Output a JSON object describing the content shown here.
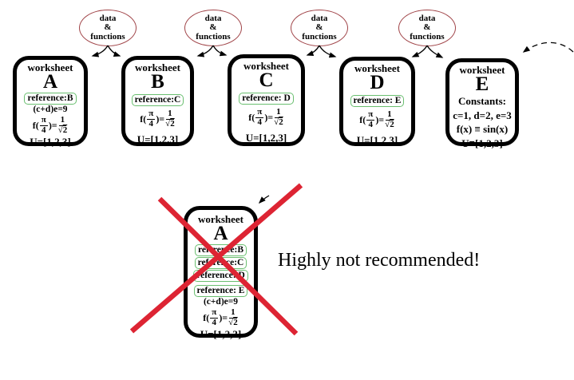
{
  "colors": {
    "oval_stroke": "#a04448",
    "reference_stroke": "#6abf70",
    "cross_red": "#dd2433"
  },
  "oval": {
    "line1": "data",
    "line2": "&",
    "line3": "functions"
  },
  "equation": {
    "prefix": "f(",
    "frac1_num": "π",
    "frac1_den": "4",
    "infix": ")=",
    "frac2_num": "1",
    "frac2_rad": "√",
    "frac2_den": "2"
  },
  "worksheets": [
    {
      "title": "worksheet",
      "letter": "A",
      "reference": "reference:B",
      "extra_line": "(c+d)e=9",
      "set_line": "U=[1,2,3]"
    },
    {
      "title": "worksheet",
      "letter": "B",
      "reference": "reference:C",
      "set_line": "U=[1,2,3]"
    },
    {
      "title": "worksheet",
      "letter": "C",
      "reference": "reference: D",
      "set_line": "U=[1,2,3]"
    },
    {
      "title": "worksheet",
      "letter": "D",
      "reference": "reference: E",
      "set_line": "U=[1,2,3]"
    },
    {
      "title": "worksheet",
      "letter": "E",
      "lines": [
        "Constants:",
        "c=1, d=2, e=3",
        "f(x) ≡ sin(x)",
        "U≡[1,2,3]"
      ]
    }
  ],
  "bottom": {
    "title": "worksheet",
    "letter": "A",
    "references": [
      "reference:B",
      "reference:C",
      "reference: D",
      "reference: E"
    ],
    "extra_line": "(c+d)e=9",
    "set_line": "U=[1,2,3]",
    "caption": "Highly not recommended!"
  }
}
